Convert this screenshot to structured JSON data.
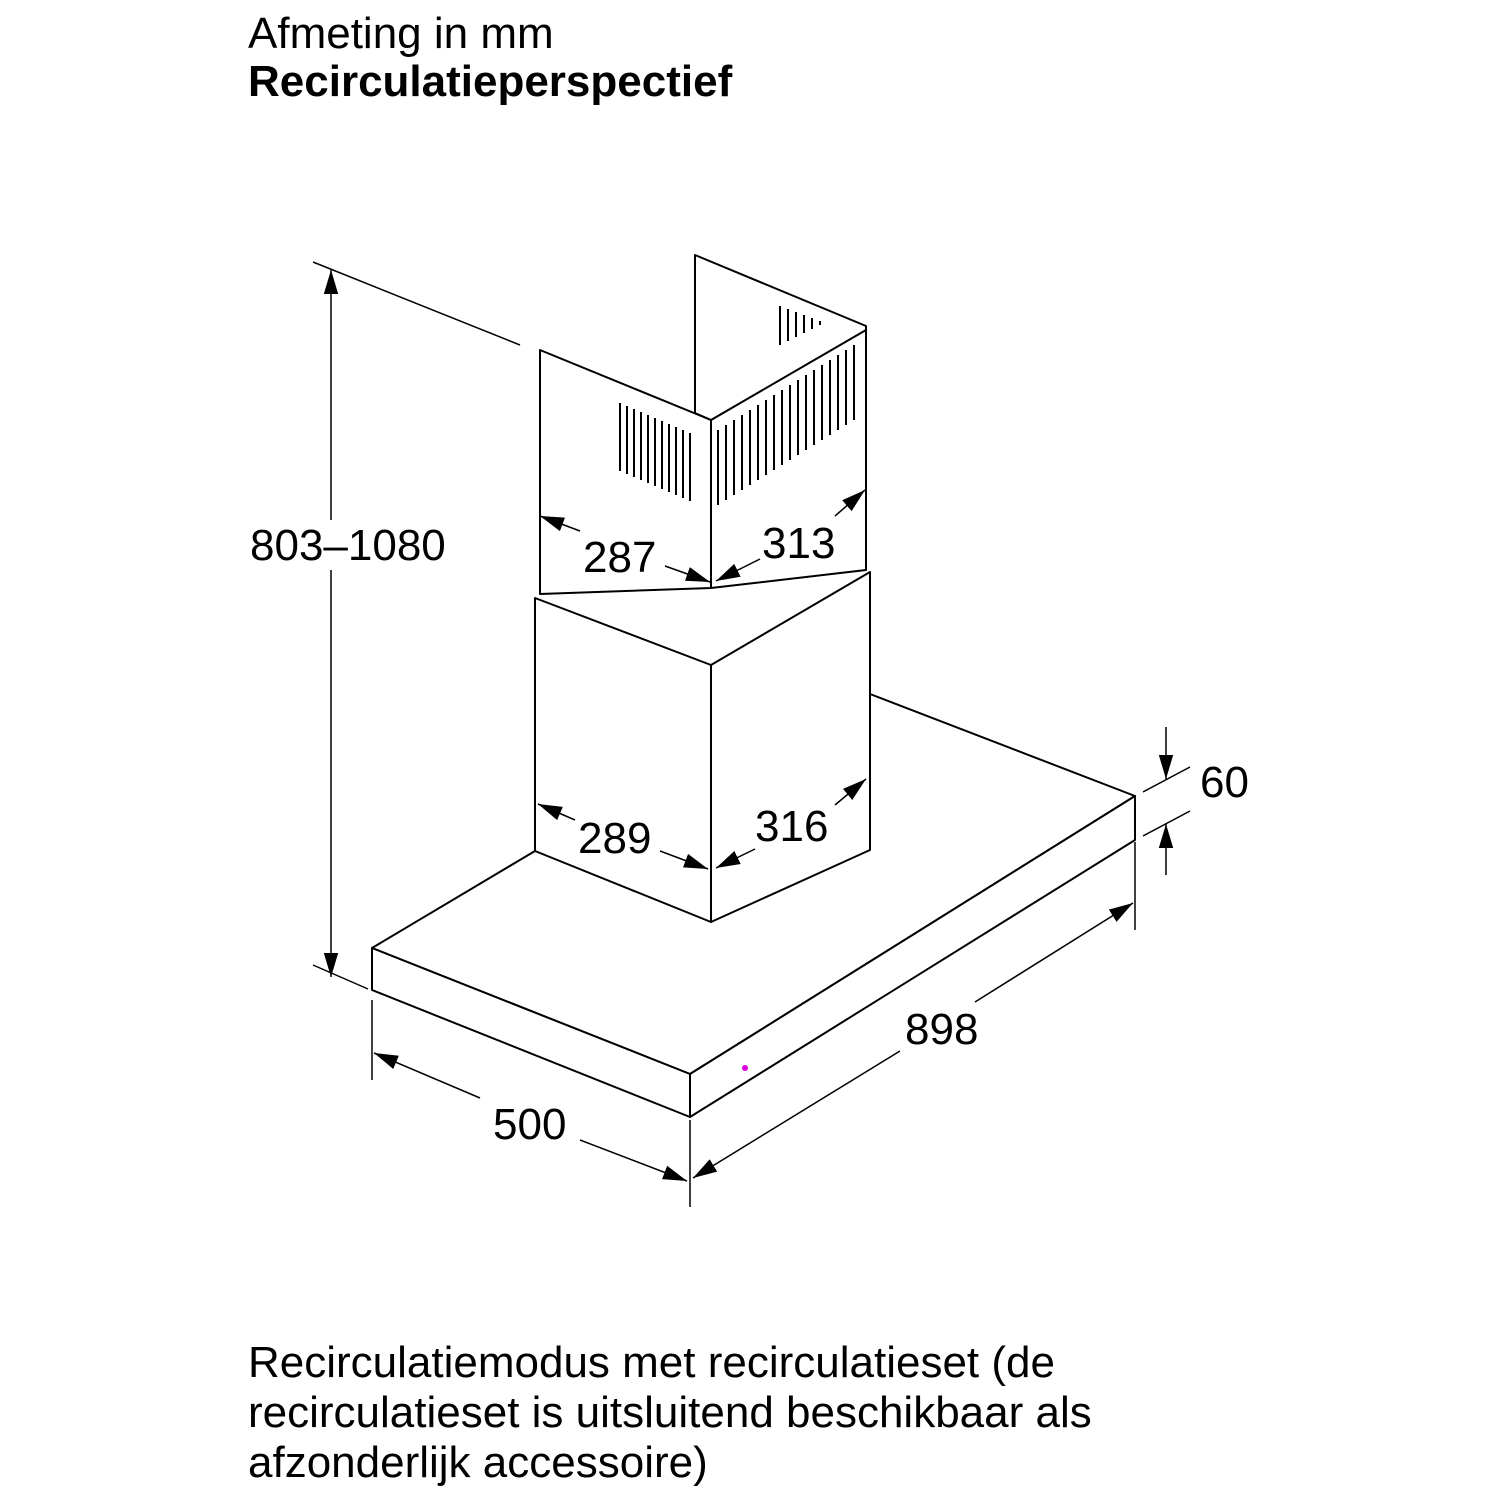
{
  "header": {
    "subtitle": "Afmeting in mm",
    "title": "Recirculatieperspectief"
  },
  "dimensions": {
    "height_range": "803–1080",
    "chimney_upper_left": "287",
    "chimney_upper_right": "313",
    "chimney_lower_left": "289",
    "chimney_lower_right": "316",
    "hood_thickness": "60",
    "hood_width": "898",
    "hood_depth": "500"
  },
  "caption": {
    "lines": [
      "Recirculatiemodus met recirculatieset (de",
      "recirculatieset is uitsluitend beschikbaar als",
      "afzonderlijk accessoire)"
    ]
  },
  "colors": {
    "line": "#000000",
    "marker": "#e000e0"
  }
}
